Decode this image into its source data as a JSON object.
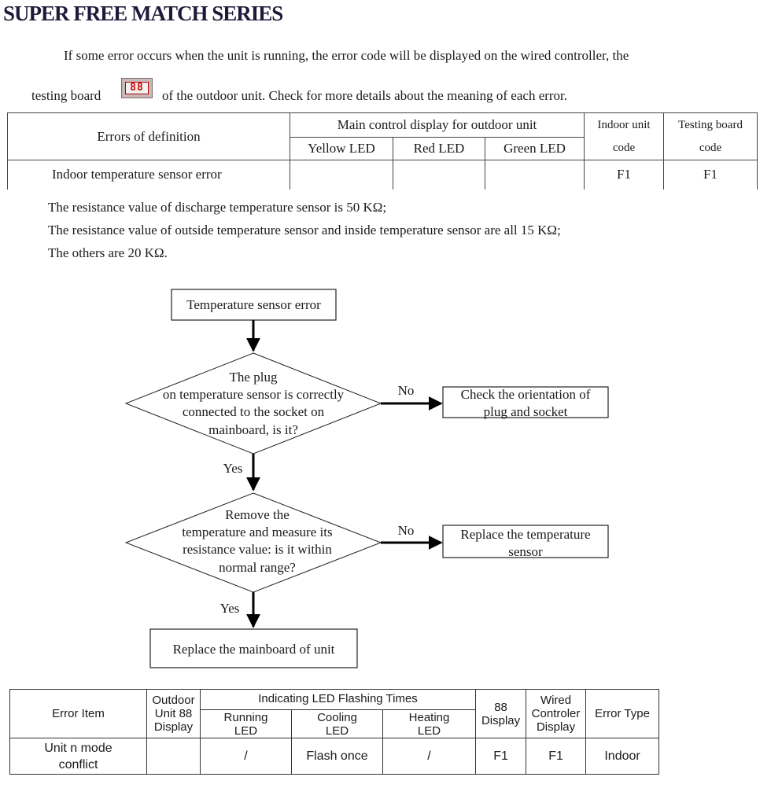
{
  "header": {
    "title": "SUPER FREE MATCH SERIES"
  },
  "intro": {
    "line1": "If some error occurs when the unit is running, the error code will be displayed on the wired controller, the",
    "line2_before": "testing board",
    "testing_board_display": "88",
    "line2_after": "of the outdoor unit. Check for more details about the meaning of each error."
  },
  "table1": {
    "headers": {
      "errors_of_definition": "Errors of definition",
      "main_control": "Main control display for outdoor unit",
      "yellow_led": "Yellow LED",
      "red_led": "Red LED",
      "green_led": "Green LED",
      "indoor_unit_line1": "Indoor unit",
      "indoor_unit_line2": "code",
      "testing_board_line1": "Testing board",
      "testing_board_line2": "code"
    },
    "rows": [
      {
        "error": "Indoor temperature sensor error",
        "yellow": "",
        "red": "",
        "green": "",
        "indoor_code": "F1",
        "testing_code": "F1"
      }
    ]
  },
  "notes": [
    "The resistance value of discharge temperature sensor is 50 KΩ;",
    "The resistance value of outside temperature sensor and inside temperature sensor are all 15 KΩ;",
    "The others are 20 KΩ."
  ],
  "flowchart": {
    "start": "Temperature sensor error",
    "decision1": [
      "The plug",
      "on temperature sensor is correctly",
      "connected to the socket on",
      "mainboard, is it?"
    ],
    "decision1_no": "No",
    "decision1_yes": "Yes",
    "action1": [
      "Check the orientation of",
      "plug and socket"
    ],
    "decision2": [
      "Remove the",
      "temperature and measure its",
      "resistance value: is it within",
      "normal range?"
    ],
    "decision2_no": "No",
    "decision2_yes": "Yes",
    "action2": [
      "Replace the temperature",
      "sensor"
    ],
    "end": "Replace the mainboard of unit"
  },
  "table2": {
    "headers": {
      "error_item": "Error Item",
      "outdoor_88": [
        "Outdoor",
        "Unit 88",
        "Display"
      ],
      "indicating": "Indicating LED Flashing Times",
      "running": [
        "Running",
        "LED"
      ],
      "cooling": [
        "Cooling",
        "LED"
      ],
      "heating": [
        "Heating",
        "LED"
      ],
      "display88": [
        "88",
        "Display"
      ],
      "wired": [
        "Wired",
        "Controler",
        "Display"
      ],
      "error_type": "Error Type"
    },
    "rows": [
      {
        "item": [
          "Unit n mode",
          "conflict"
        ],
        "outdoor": "",
        "running": "/",
        "cooling": "Flash once",
        "heating": "/",
        "display88": "F1",
        "wired": "F1",
        "type": "Indoor"
      }
    ]
  }
}
